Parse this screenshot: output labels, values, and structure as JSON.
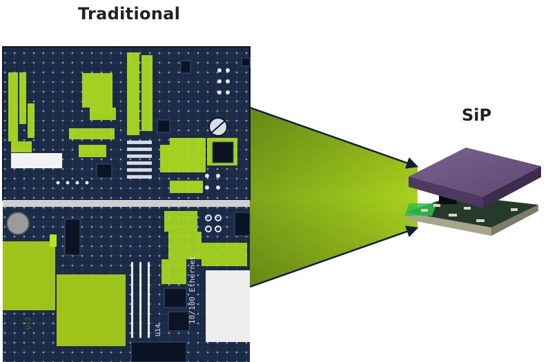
{
  "titles": {
    "traditional": "Traditional",
    "sip": "SiP"
  },
  "board_labels": {
    "ethernet": "10/100 Ethernet",
    "u12": "U12",
    "u14": "U14"
  },
  "colors": {
    "highlight": "#b6e61f",
    "funnel": "#7a9e1c",
    "funnel_light": "#9fc51c",
    "pcb": "#1b2b46",
    "sip_lid": "#6d5580",
    "arrow": "#0f1f3a"
  }
}
